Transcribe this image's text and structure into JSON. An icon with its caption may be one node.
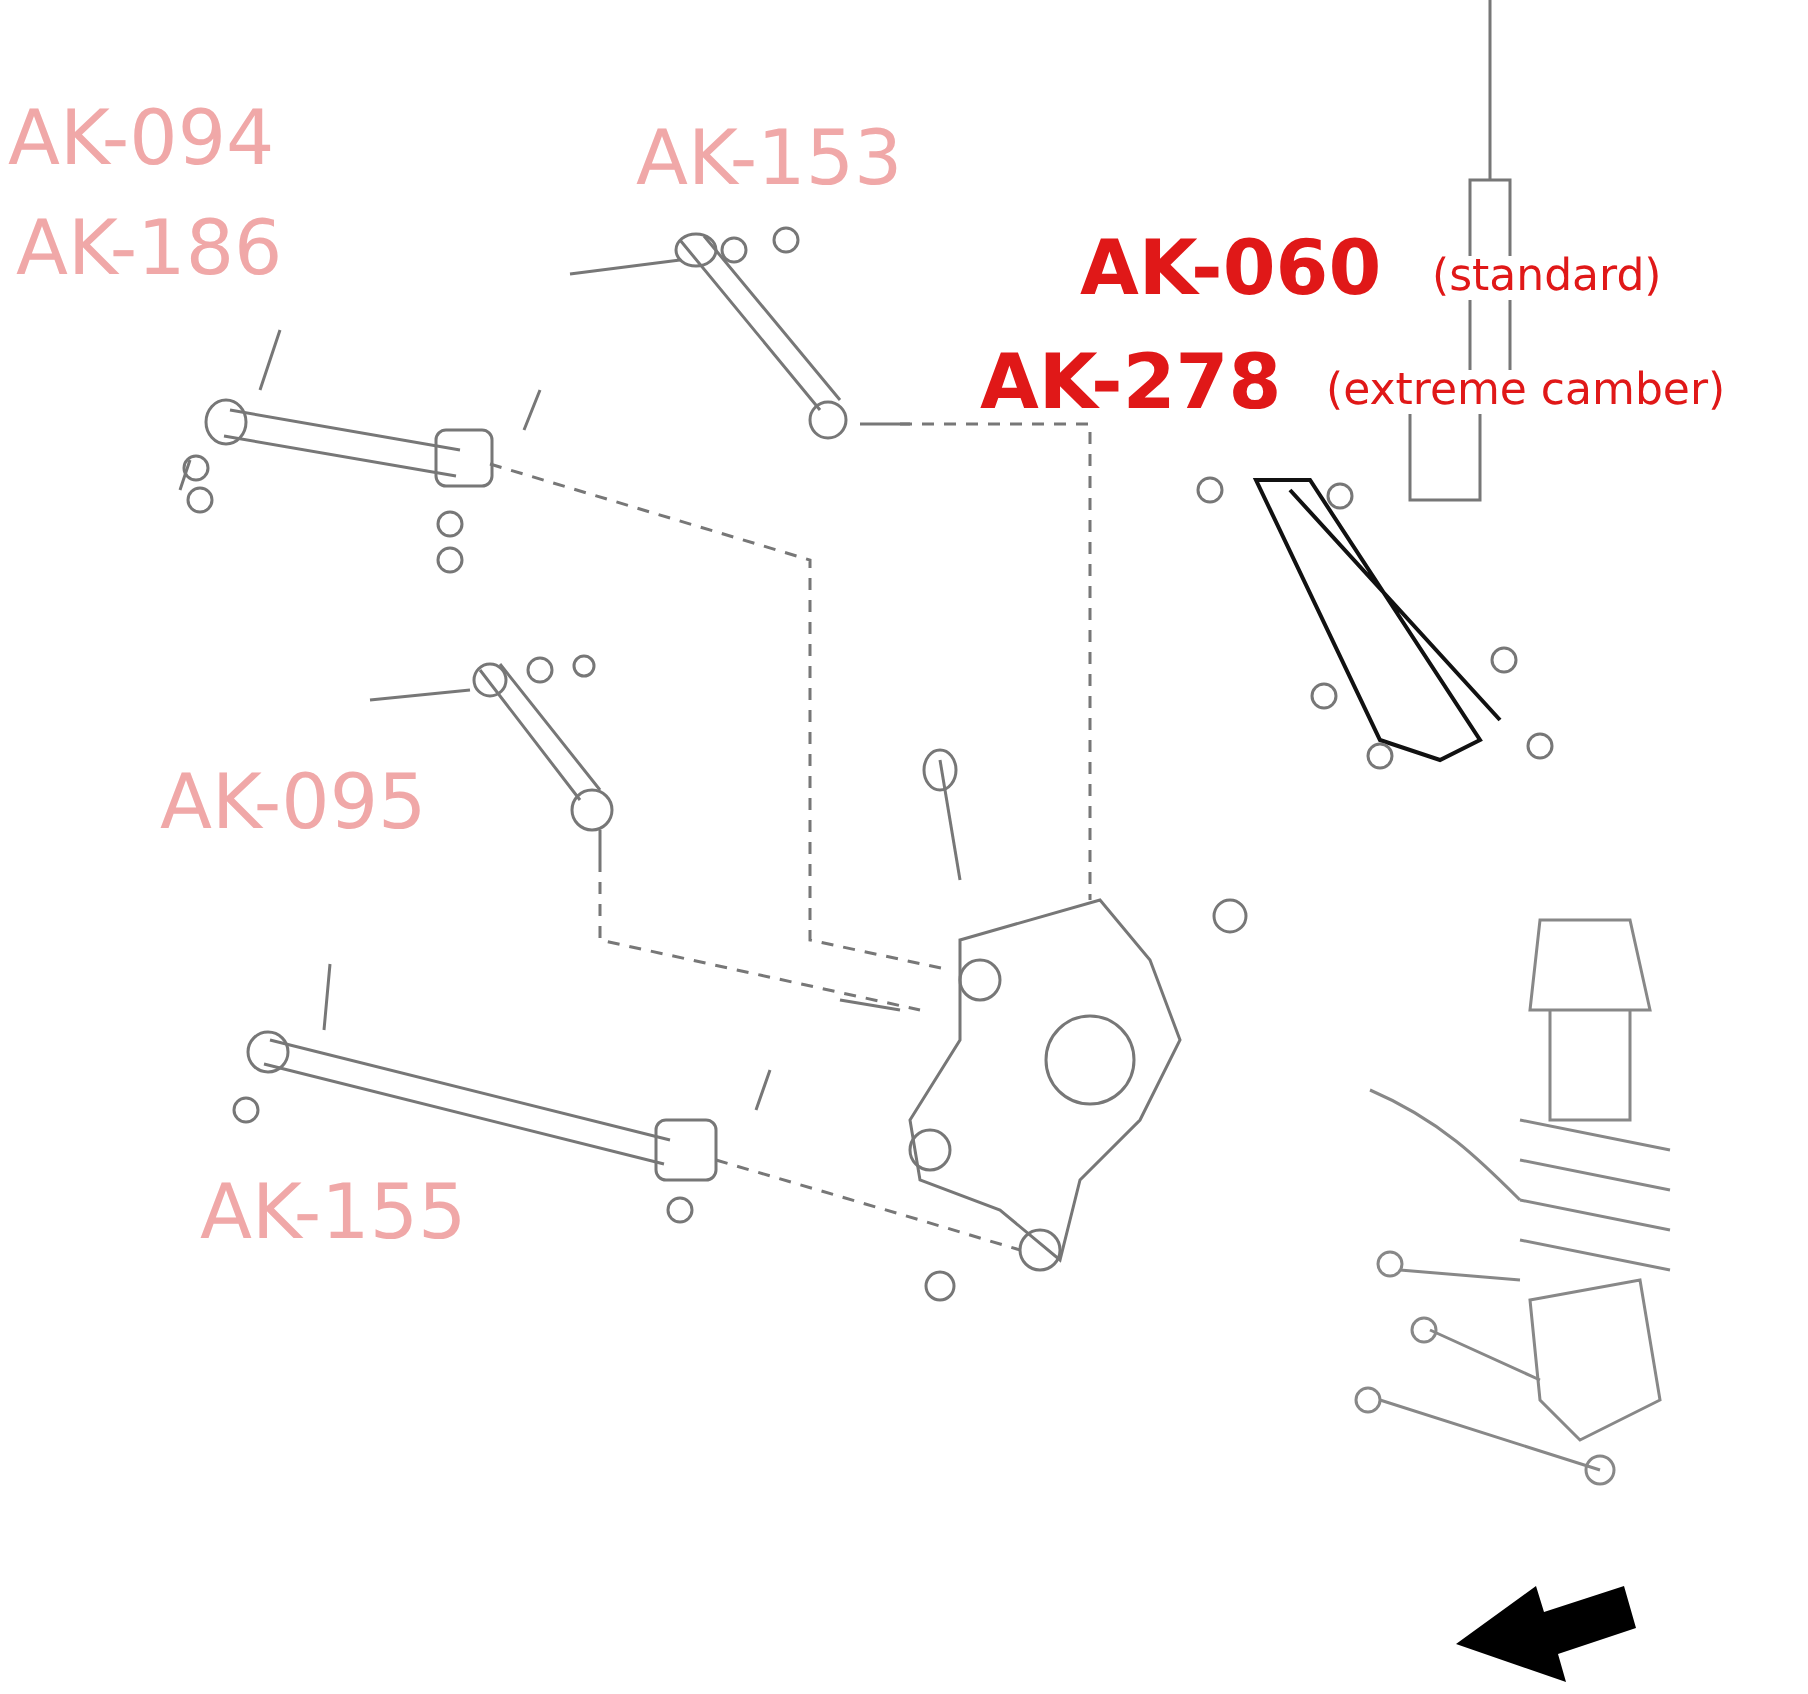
{
  "diagram": {
    "labels": [
      "AK-094",
      "AK-186",
      "AK-153",
      "AK-060",
      "(standard)",
      "AK-278",
      "(extreme camber)",
      "AK-095",
      "AK-155"
    ]
  }
}
